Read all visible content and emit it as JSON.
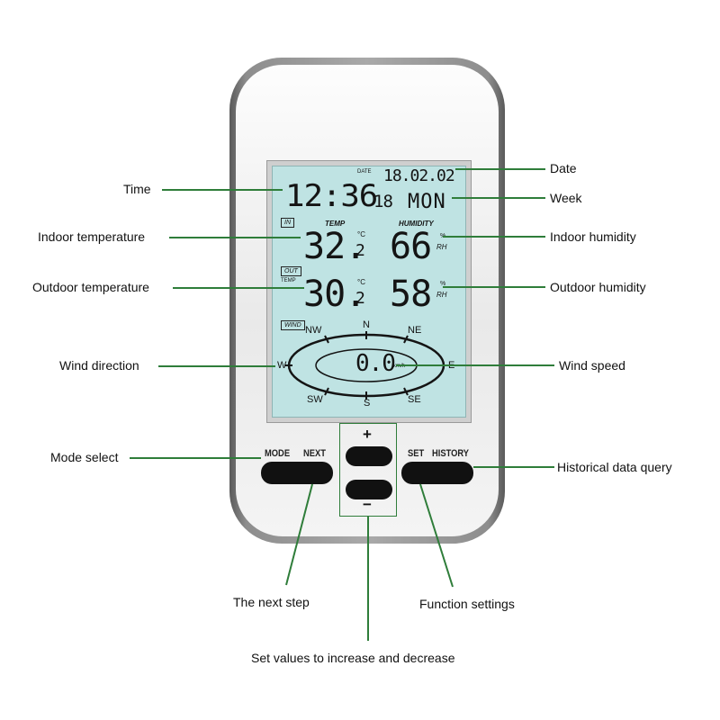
{
  "display": {
    "date_tag": "DATE",
    "date": "18.02.02",
    "time_hm": "12:36",
    "time_sec": "18",
    "weekday": "MON",
    "in_tag": "IN",
    "temp_heading": "TEMP",
    "humidity_heading": "HUMIDITY",
    "indoor_temp_int": "32.",
    "indoor_temp_dec": "2",
    "temp_unit": "°C",
    "indoor_humidity": "66",
    "humidity_unit_pct": "%",
    "humidity_unit_rh": "RH",
    "out_tag": "OUT",
    "out_temp_tag": "TEMP",
    "outdoor_temp_int": "30.",
    "outdoor_temp_dec": "2",
    "outdoor_humidity": "58",
    "wind_tag": "WIND",
    "compass": {
      "n": "N",
      "ne": "NE",
      "e": "E",
      "se": "SE",
      "s": "S",
      "sw": "SW",
      "w": "W",
      "nw": "NW"
    },
    "wind_speed": "0.0",
    "wind_unit": "km/h"
  },
  "buttons": {
    "mode": "MODE",
    "next": "NEXT",
    "plus": "+",
    "minus": "−",
    "set": "SET",
    "history": "HISTORY"
  },
  "callouts": {
    "time": "Time",
    "indoor_temperature": "Indoor temperature",
    "outdoor_temperature": "Outdoor temperature",
    "wind_direction": "Wind direction",
    "mode_select": "Mode select",
    "date": "Date",
    "week": "Week",
    "indoor_humidity": "Indoor humidity",
    "outdoor_humidity": "Outdoor humidity",
    "wind_speed": "Wind speed",
    "historical_data_query": "Historical data query",
    "next_step": "The next step",
    "function_settings": "Function settings",
    "set_values": "Set values to increase and decrease"
  },
  "colors": {
    "callout_line": "#2f7d3a",
    "lcd_background": "#bfe3e3",
    "segment_text": "#141414"
  }
}
